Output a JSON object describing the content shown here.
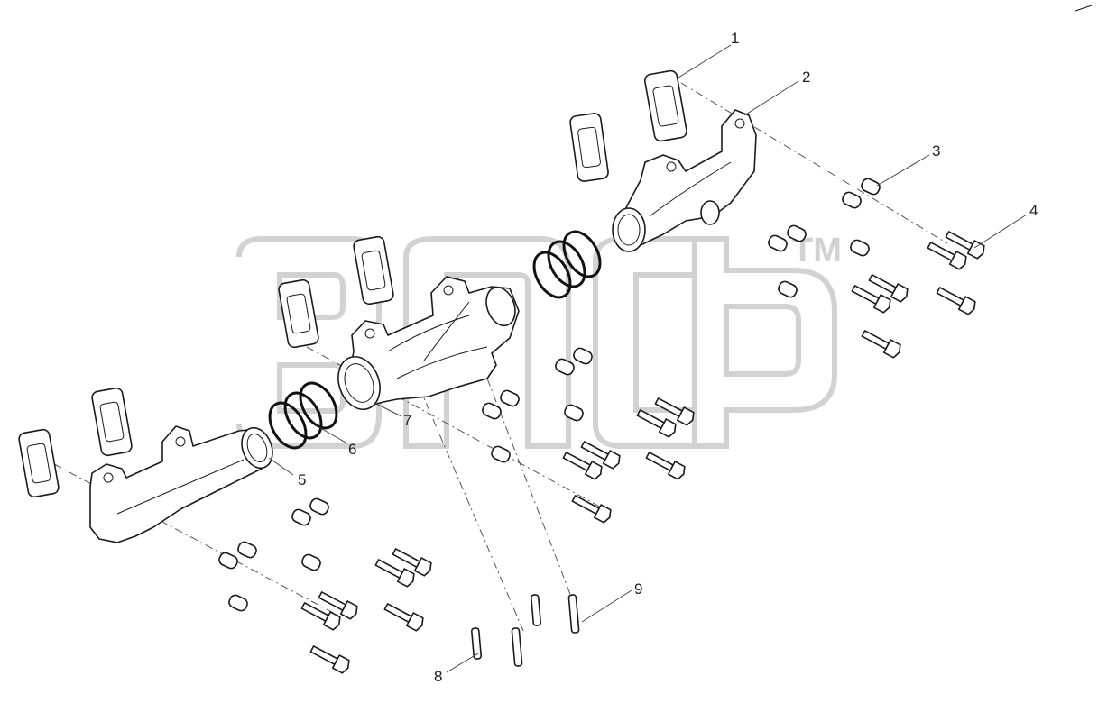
{
  "diagram": {
    "watermark_mark": "TM",
    "callouts": [
      {
        "id": "callout-1",
        "label": "1"
      },
      {
        "id": "callout-2",
        "label": "2"
      },
      {
        "id": "callout-3",
        "label": "3"
      },
      {
        "id": "callout-4",
        "label": "4"
      },
      {
        "id": "callout-5",
        "label": "5"
      },
      {
        "id": "callout-6",
        "label": "6"
      },
      {
        "id": "callout-7",
        "label": "7"
      },
      {
        "id": "callout-8",
        "label": "8"
      },
      {
        "id": "callout-9",
        "label": "9"
      }
    ]
  }
}
